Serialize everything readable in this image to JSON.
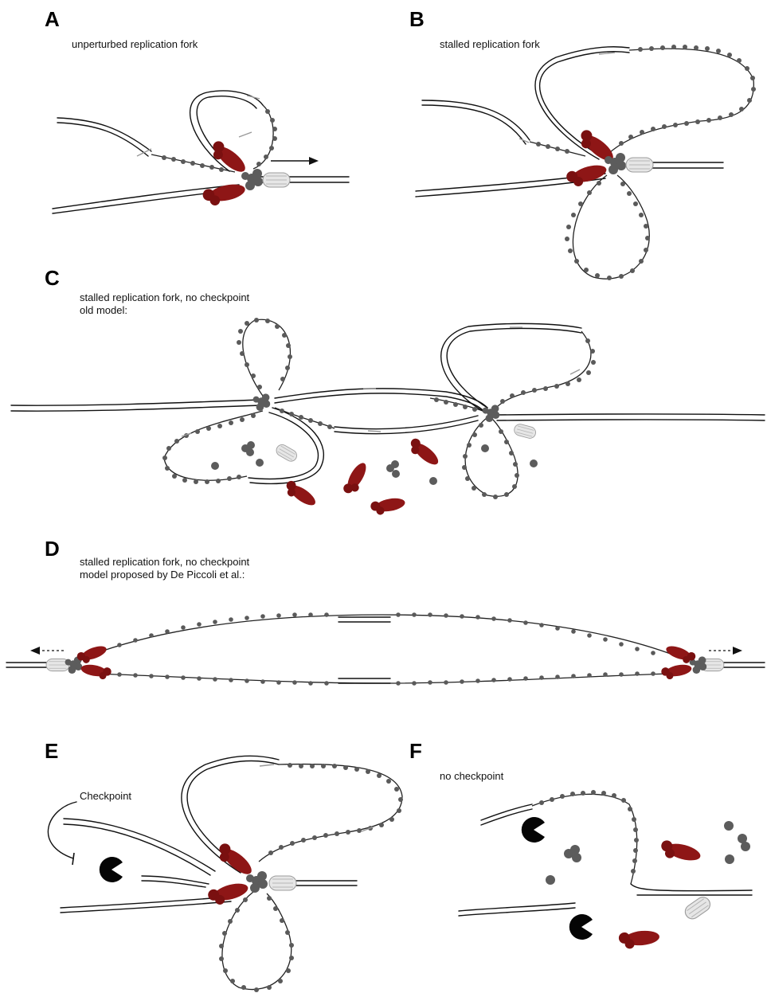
{
  "panels": [
    {
      "id": "A",
      "label": "A",
      "lines": [
        "unperturbed replication fork"
      ]
    },
    {
      "id": "B",
      "label": "B",
      "lines": [
        "stalled replication fork"
      ]
    },
    {
      "id": "C",
      "label": "C",
      "lines": [
        "stalled replication fork, no checkpoint",
        "old model:"
      ]
    },
    {
      "id": "D",
      "label": "D",
      "lines": [
        "stalled replication fork, no checkpoint",
        "model proposed by De Piccoli et al.:"
      ]
    },
    {
      "id": "E",
      "label": "E",
      "lines": [
        "Checkpoint"
      ]
    },
    {
      "id": "F",
      "label": "F",
      "lines": [
        "no checkpoint"
      ]
    }
  ],
  "colors": {
    "protein": "#8e1616",
    "helicase": "#5c5c5c",
    "nuclease": "#050505",
    "sliding_clamp": "#e6e6e6",
    "dna": "#111111"
  },
  "legend_icons": [
    "replication-protein-icon",
    "helicase-complex-icon",
    "sliding-clamp-icon",
    "nuclease-pacman-icon",
    "single-strand-dna-beads"
  ]
}
